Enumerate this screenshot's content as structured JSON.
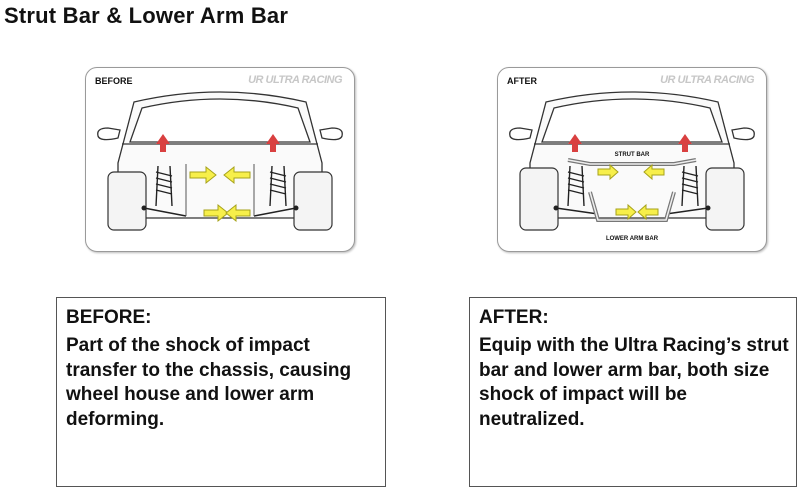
{
  "title": "Strut Bar & Lower Arm Bar",
  "logo_text": "UR ULTRA RACING",
  "colors": {
    "arrow_fill": "#f7ef4a",
    "arrow_stroke": "#a6a21a",
    "force_arrow": "#d94040",
    "panel_border": "#9a9a9a"
  },
  "panels": {
    "before": {
      "label": "BEFORE"
    },
    "after": {
      "label": "AFTER",
      "strut_bar_label": "STRUT BAR",
      "lower_arm_bar_label": "LOWER ARM BAR"
    }
  },
  "boxes": {
    "before": {
      "heading": "BEFORE:",
      "text": "Part of the shock of impact transfer to the chassis, causing wheel house and lower arm deforming."
    },
    "after": {
      "heading": "AFTER:",
      "text": "Equip with the Ultra Racing’s strut bar and lower arm bar, both size shock of impact will be neutralized."
    }
  }
}
